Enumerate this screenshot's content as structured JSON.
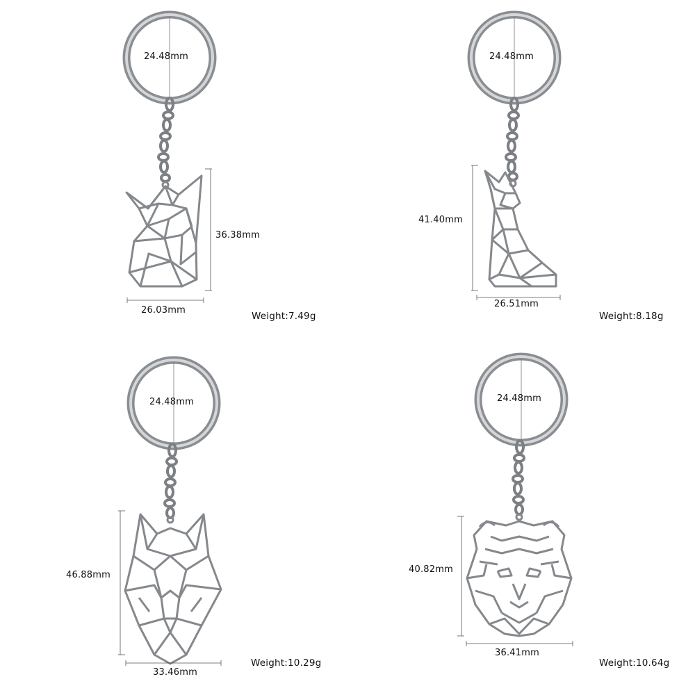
{
  "keychains": [
    {
      "name": "fox",
      "ring_diameter": "24.48mm",
      "pendant_height": "36.38mm",
      "pendant_width": "26.03mm",
      "weight": "Weight:7.49g"
    },
    {
      "name": "howling-wolf",
      "ring_diameter": "24.48mm",
      "pendant_height": "41.40mm",
      "pendant_width": "26.51mm",
      "weight": "Weight:8.18g"
    },
    {
      "name": "wolf-head",
      "ring_diameter": "24.48mm",
      "pendant_height": "46.88mm",
      "pendant_width": "33.46mm",
      "weight": "Weight:10.29g"
    },
    {
      "name": "tiger-head",
      "ring_diameter": "24.48mm",
      "pendant_height": "40.82mm",
      "pendant_width": "36.41mm",
      "weight": "Weight:10.64g"
    }
  ],
  "colors": {
    "background": "#ffffff",
    "steel": "#a9abae",
    "steel_dark": "#6f7276",
    "dimension_line": "#555555",
    "text": "#111111"
  }
}
